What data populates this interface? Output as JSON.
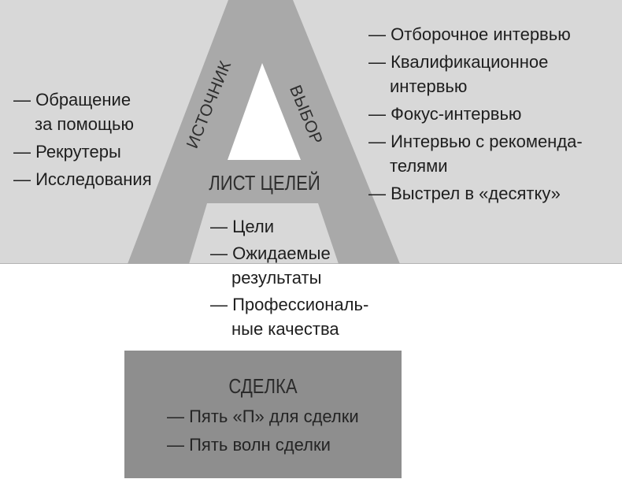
{
  "colors": {
    "background_band": "#d8d8d8",
    "a_shape": "#a9a9a9",
    "a_counter": "#ffffff",
    "deal_box": "#8e8e8e",
    "text": "#1e1e1e"
  },
  "a_shape": {
    "source_label": "ИСТОЧНИК",
    "choice_label": "ВЫБОР",
    "goal_sheet_label": "ЛИСТ ЦЕЛЕЙ"
  },
  "left_list": {
    "items": [
      "— Обращение\nза помощью",
      "— Рекрутеры",
      "— Исследования"
    ]
  },
  "right_list": {
    "items": [
      "— Отборочное интервью",
      "— Квалификационное\nинтервью",
      "— Фокус-интервью",
      "— Интервью с рекоменда-\nтелями",
      "— Выстрел в «десятку»"
    ]
  },
  "goal_list": {
    "items": [
      "— Цели",
      "— Ожидаемые\nрезультаты",
      "— Профессиональ-\nные качества"
    ]
  },
  "deal_box": {
    "title": "СДЕЛКА",
    "items": [
      "— Пять «П» для сделки",
      "— Пять волн сделки"
    ]
  }
}
